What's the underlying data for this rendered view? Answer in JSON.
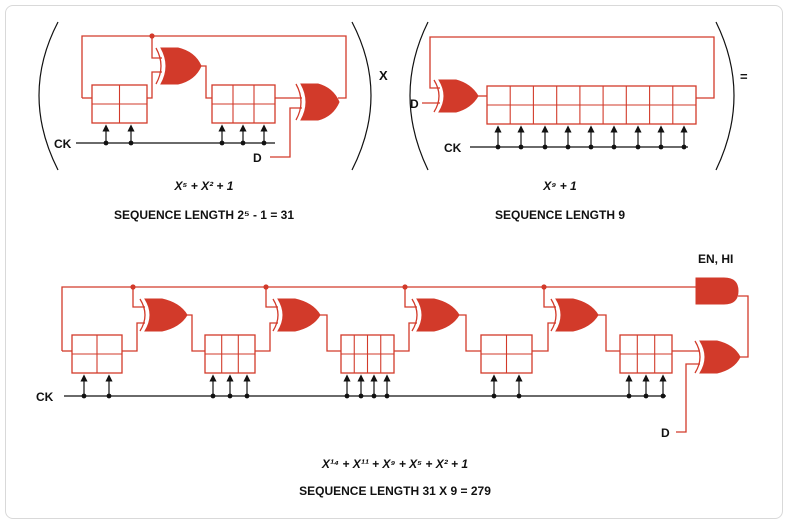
{
  "colors": {
    "circuit": "#d23a2a",
    "wire": "#111111"
  },
  "top_left": {
    "ck_label": "CK",
    "d_label": "D",
    "poly_expr": "X⁵ + X² + 1",
    "seq_label": "SEQUENCE LENGTH 2⁵ - 1 = 31"
  },
  "top_right": {
    "ck_label": "CK",
    "d_label": "D",
    "poly_expr": "X⁹ + 1",
    "seq_label": "SEQUENCE LENGTH 9"
  },
  "multiply_sign": "X",
  "equals_sign": "=",
  "bottom": {
    "ck_label": "CK",
    "d_label": "D",
    "en_label": "EN, HI",
    "poly_expr": "X¹⁴ + X¹¹ + X⁹ + X⁵ + X² + 1",
    "seq_label": "SEQUENCE LENGTH 31 X 9 = 279"
  }
}
